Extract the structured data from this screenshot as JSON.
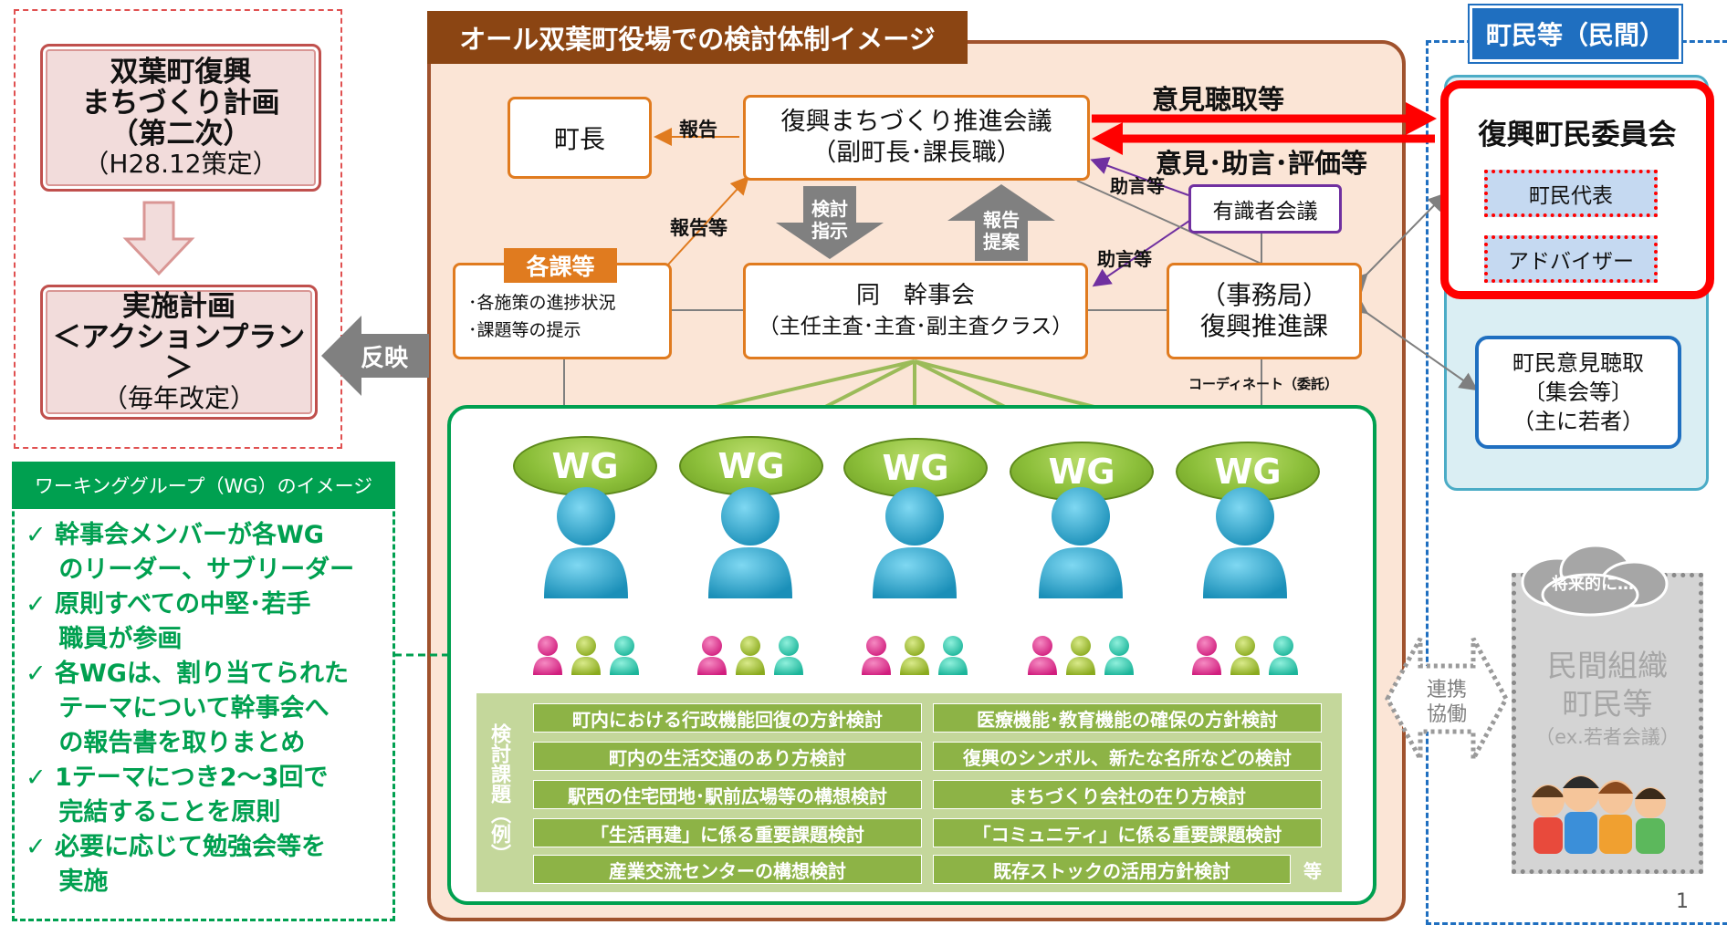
{
  "plan": {
    "title_line1": "双葉町復興",
    "title_line2": "まちづくり計画",
    "title_line3": "（第二次）",
    "title_line4": "（H28.12策定）",
    "action_line1": "実施計画",
    "action_line2": "＜アクションプラン＞",
    "action_line3": "（毎年改定）",
    "reflect_label": "反映"
  },
  "wg_image": {
    "title": "ワーキンググループ（WG）のイメージ",
    "items": [
      "✓ 幹事会メンバーが各WG",
      "　 のリーダー、サブリーダー",
      "✓ 原則すべての中堅･若手",
      "　 職員が参画",
      "✓ 各WGは、割り当てられた",
      "　 テーマについて幹事会へ",
      "　 の報告書を取りまとめ",
      "✓ 1テーマにつき2～3回で",
      "　 完結することを原則",
      "✓ 必要に応じて勉強会等を",
      "　 実施"
    ]
  },
  "main": {
    "title": "オール双葉町役場での検討体制イメージ",
    "mayor": "町長",
    "council_line1": "復興まちづくり推進会議",
    "council_line2": "（副町長･課長職）",
    "report_label": "報告",
    "report_etc_label": "報告等",
    "instruct_label_1": "検討",
    "instruct_label_2": "指示",
    "propose_label_1": "報告",
    "propose_label_2": "提案",
    "advice_label_1": "助言等",
    "advice_label_2": "助言等",
    "experts": "有識者会議",
    "divisions_title": "各課等",
    "divisions_item1": "･各施策の進捗状況",
    "divisions_item2": "･課題等の提示",
    "executive_line1": "同　幹事会",
    "executive_line2": "（主任主査･主査･副主査クラス）",
    "secretariat_line1": "（事務局）",
    "secretariat_line2": "復興推進課",
    "coordinate_label": "コーディネート（委託）",
    "wg_label": "WG",
    "topics_side_label": "検討課題（例）",
    "topics": [
      "町内における行政機能回復の方針検討",
      "医療機能･教育機能の確保の方針検討",
      "町内の生活交通のあり方検討",
      "復興のシンボル、新たな名所などの検討",
      "駅西の住宅団地･駅前広場等の構想検討",
      "まちづくり会社の在り方検討",
      "「生活再建」に係る重要課題検討",
      "「コミュニティ」に係る重要課題検討",
      "産業交流センターの構想検討",
      "既存ストックの活用方針検討"
    ],
    "topics_etc": "等"
  },
  "links": {
    "opinion_hearing": "意見聴取等",
    "opinion_advice": "意見･助言･評価等"
  },
  "residents": {
    "header": "町民等（民間）",
    "committee": "復興町民委員会",
    "rep": "町民代表",
    "advisor": "アドバイザー",
    "hearing_line1": "町民意見聴取",
    "hearing_line2": "〔集会等〕",
    "hearing_line3": "（主に若者）",
    "future_cloud": "将来的に…",
    "private_line1": "民間組織",
    "private_line2": "町民等",
    "private_line3": "（ex.若者会議）",
    "coop_line1": "連携",
    "coop_line2": "協働"
  },
  "page_number": "1",
  "colors": {
    "orange_border": "#e07b1f",
    "orange_panel": "#fbe5d6",
    "title_brown": "#8b4513",
    "green": "#00a050",
    "wg_green": "#8cbf3a",
    "red": "#ff0000",
    "blue": "#1f6fc0",
    "person_blue": "#1ea0c8"
  }
}
